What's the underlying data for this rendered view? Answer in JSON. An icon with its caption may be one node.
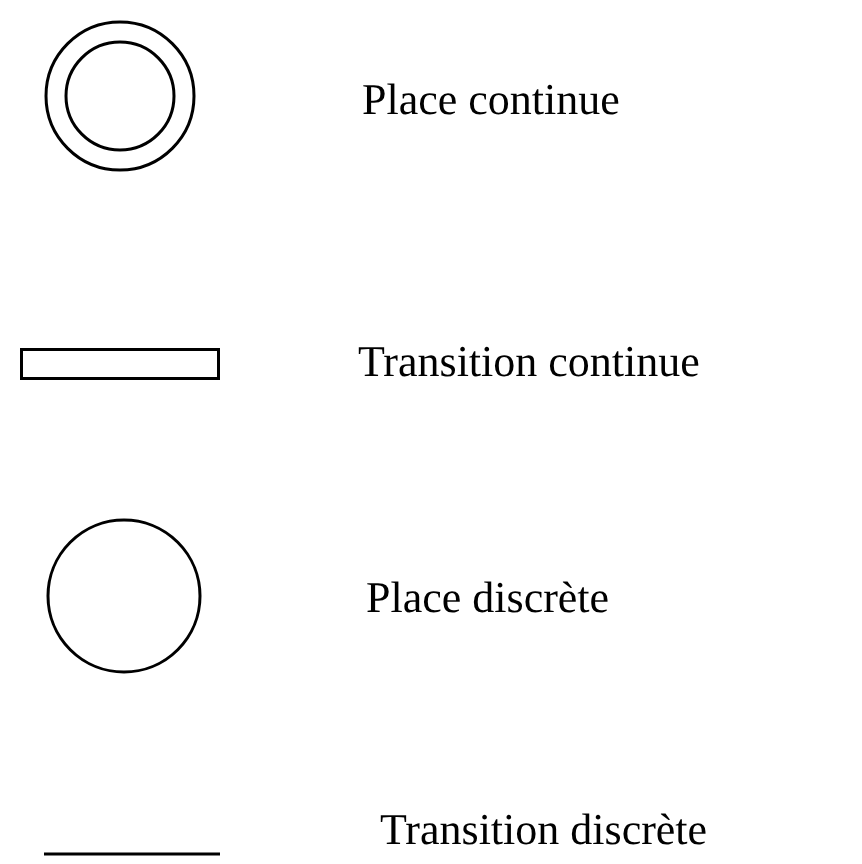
{
  "diagram": {
    "legend": [
      {
        "text": "Place continue"
      },
      {
        "text": "Transition continue"
      },
      {
        "text": "Place discrète"
      },
      {
        "text": "Transition discrète"
      }
    ]
  }
}
